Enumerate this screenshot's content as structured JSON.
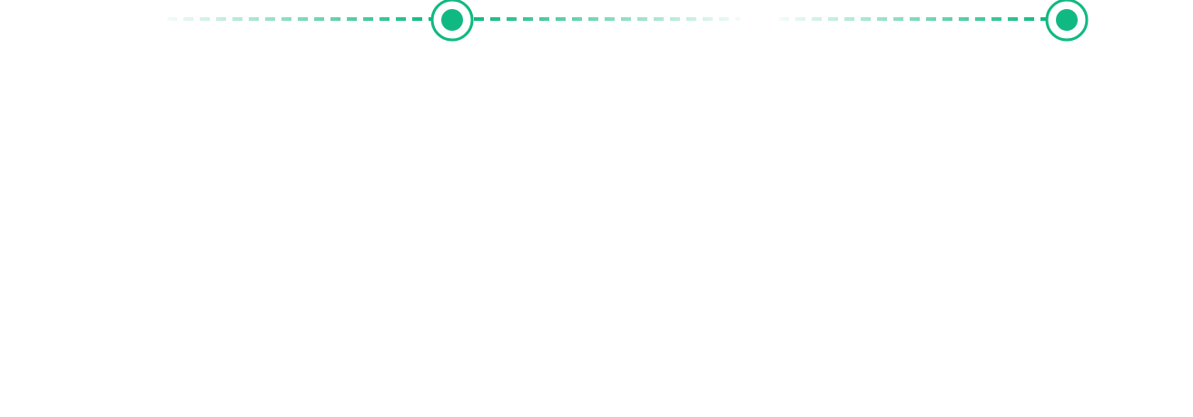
{
  "timeline": {
    "accent_color": "#10b981",
    "background_color": "#ffffff",
    "segments": [
      {
        "name": "segment-1-left-dashes",
        "fade": "in"
      },
      {
        "name": "segment-1-right-dashes",
        "fade": "out"
      },
      {
        "name": "segment-2-left-dashes",
        "fade": "in"
      }
    ],
    "markers": [
      {
        "name": "timeline-marker-1",
        "state": "active"
      },
      {
        "name": "timeline-marker-2",
        "state": "active"
      }
    ]
  }
}
